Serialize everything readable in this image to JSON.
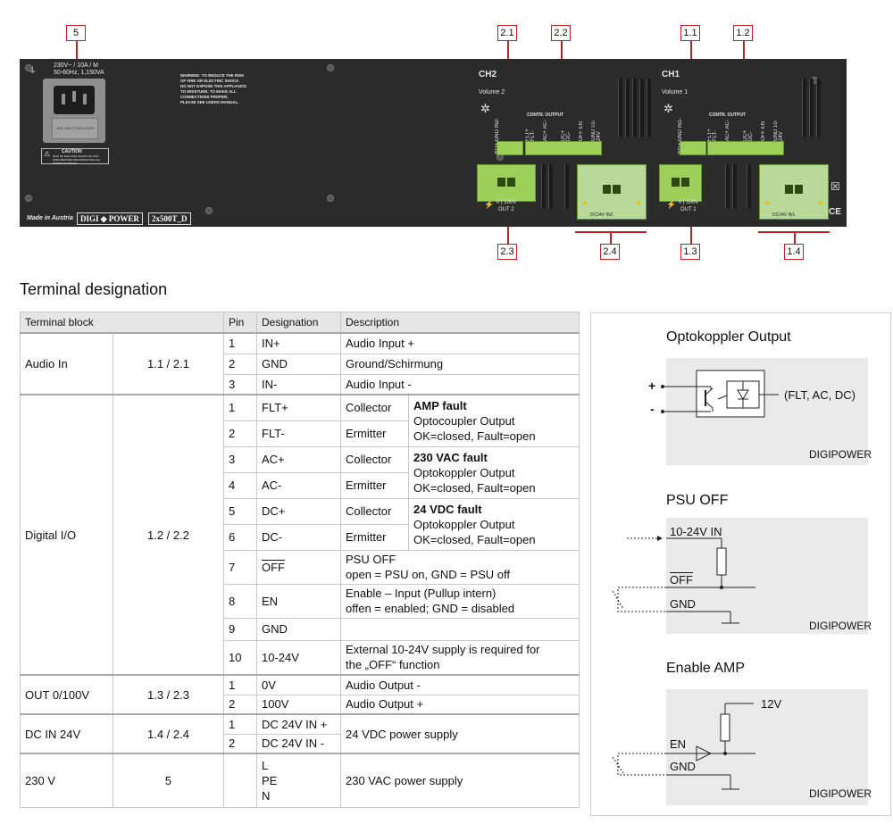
{
  "callouts": {
    "c5": "5",
    "c21": "2.1",
    "c22": "2.2",
    "c11": "1.1",
    "c12": "1.2",
    "c23": "2.3",
    "c24": "2.4",
    "c13": "1.3",
    "c14": "1.4"
  },
  "panel": {
    "power_rating": "230V~ / 10A / M",
    "power_rating2": "50-60Hz, 1,150VA",
    "warning_lines": [
      "WARNING: TO REDUCE THE RISK",
      "OF FIRE OR ELECTRIC SHOCK",
      "DO NOT EXPOSE THIS APPLIANCE",
      "TO MOISTURE. TO MAKE ALL",
      "CONNECTIONS PROPER,",
      "PLEASE SEE USERS MANUAL."
    ],
    "fuse_label": "USE 10A/T FOR A 230V FUSE",
    "caution": "CAUTION",
    "caution_sub": "RISK OF ELECTRIC SHOCK DO NOT OPEN BEFORE DISCONNECTING ALL POWER SOURCES",
    "made_in": "Made in Austria",
    "brand": "DIGI ◈ POWER",
    "model": "2x500T_D",
    "ch2": "CH2",
    "ch1": "CH1",
    "vol2": "Volume 2",
    "vol1": "Volume 1",
    "contr_output": "CONTR. OUTPUT",
    "in_pins_ch2": [
      "IN2+",
      "GND",
      "IN2-"
    ],
    "in_pins_ch1": [
      "IN1+",
      "GND",
      "IN1-"
    ],
    "io_pins": [
      "FLT+",
      "FLT-",
      "AC+",
      "AC-",
      "DC+",
      "DC-",
      "OFF",
      "EN",
      "GND",
      "10-24V"
    ],
    "out2_label": "0 | 100V",
    "out2_sub": "OUT 2",
    "out1_label": "0 | 100V",
    "out1_sub": "OUT 1",
    "dc_in2": "DC24V IN2",
    "dc_in1": "DC24V IN1",
    "ce": "CE"
  },
  "section_title": "Terminal designation",
  "table": {
    "headers": [
      "Terminal block",
      "Pin",
      "Designation",
      "Description"
    ],
    "audio_in": {
      "name": "Audio In",
      "ref": "1.1 / 2.1",
      "rows": [
        [
          "1",
          "IN+",
          "Audio Input +"
        ],
        [
          "2",
          "GND",
          "Ground/Schirmung"
        ],
        [
          "3",
          "IN-",
          "Audio Input -"
        ]
      ]
    },
    "digital_io": {
      "name": "Digital I/O",
      "ref": "1.2 / 2.2",
      "rows": [
        {
          "pin": "1",
          "des": "FLT+",
          "role": "Collector"
        },
        {
          "pin": "2",
          "des": "FLT-",
          "role": "Ermitter"
        },
        {
          "pin": "3",
          "des": "AC+",
          "role": "Collector"
        },
        {
          "pin": "4",
          "des": "AC-",
          "role": "Ermitter"
        },
        {
          "pin": "5",
          "des": "DC+",
          "role": "Collector"
        },
        {
          "pin": "6",
          "des": "DC-",
          "role": "Ermitter"
        }
      ],
      "groups": [
        {
          "title": "AMP fault",
          "l1": "Optocoupler Output",
          "l2": "OK=closed, Fault=open"
        },
        {
          "title": "230 VAC fault",
          "l1": "Optokoppler Output",
          "l2": "OK=closed, Fault=open"
        },
        {
          "title": "24 VDC fault",
          "l1": "Optokoppler Output",
          "l2": "OK=closed, Fault=open"
        }
      ],
      "r7": {
        "pin": "7",
        "des": "OFF",
        "d1": "PSU OFF",
        "d2": "open = PSU on, GND = PSU off"
      },
      "r8": {
        "pin": "8",
        "des": "EN",
        "d1": "Enable – Input (Pullup intern)",
        "d2": "offen = enabled; GND = disabled"
      },
      "r9": {
        "pin": "9",
        "des": "GND"
      },
      "r10": {
        "pin": "10",
        "des": "10-24V",
        "d1": "External 10-24V supply is required for",
        "d2": "the „OFF“ function"
      }
    },
    "out": {
      "name": "OUT 0/100V",
      "ref": "1.3 / 2.3",
      "rows": [
        [
          "1",
          "0V",
          "Audio Output -"
        ],
        [
          "2",
          "100V",
          "Audio Output +"
        ]
      ]
    },
    "dcin": {
      "name": "DC IN 24V",
      "ref": "1.4 / 2.4",
      "rows": [
        [
          "1",
          "DC 24V IN +"
        ],
        [
          "2",
          "DC 24V IN -"
        ]
      ],
      "desc": "24 VDC power supply"
    },
    "mains": {
      "name": "230 V",
      "ref": "5",
      "des1": "L",
      "des2": "PE",
      "des3": "N",
      "desc": "230 VAC power supply"
    }
  },
  "diagrams": {
    "opto": {
      "title": "Optokoppler Output",
      "plus": "+",
      "minus": "-",
      "note": "(FLT, AC, DC)",
      "brand": "DIGIPOWER"
    },
    "psu": {
      "title": "PSU OFF",
      "in": "10-24V IN",
      "off": "OFF",
      "gnd": "GND",
      "brand": "DIGIPOWER"
    },
    "enable": {
      "title": "Enable AMP",
      "v": "12V",
      "en": "EN",
      "gnd": "GND",
      "brand": "DIGIPOWER"
    }
  }
}
